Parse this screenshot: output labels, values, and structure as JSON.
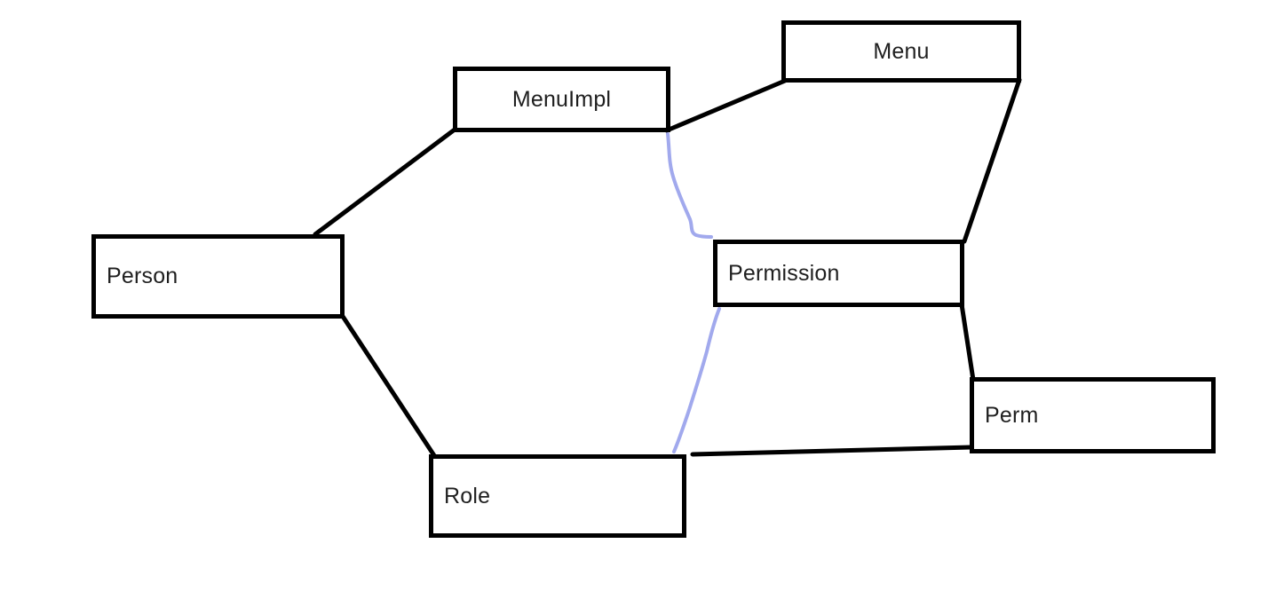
{
  "diagram": {
    "background_color": "#ffffff",
    "nodes": {
      "person": {
        "label": "Person"
      },
      "menuimpl": {
        "label": "MenuImpl"
      },
      "menu": {
        "label": "Menu"
      },
      "permission": {
        "label": "Permission"
      },
      "perm": {
        "label": "Perm"
      },
      "role": {
        "label": "Role"
      }
    },
    "edges": [
      {
        "from": "Person",
        "to": "MenuImpl",
        "style": "solid",
        "color": "#000000"
      },
      {
        "from": "Person",
        "to": "Role",
        "style": "solid",
        "color": "#000000"
      },
      {
        "from": "MenuImpl",
        "to": "Menu",
        "style": "solid",
        "color": "#000000"
      },
      {
        "from": "Menu",
        "to": "Permission",
        "style": "solid",
        "color": "#000000"
      },
      {
        "from": "Permission",
        "to": "Perm",
        "style": "solid",
        "color": "#000000"
      },
      {
        "from": "Role",
        "to": "Perm",
        "style": "solid",
        "color": "#000000"
      },
      {
        "from": "MenuImpl",
        "to": "Permission",
        "style": "hand-drawn",
        "color": "#8a93e8"
      },
      {
        "from": "Permission",
        "to": "Role",
        "style": "hand-drawn",
        "color": "#8a93e8"
      }
    ],
    "colors": {
      "box_border": "#000000",
      "text": "#1f1f1f",
      "solid_edge": "#000000",
      "hand_drawn_edge": "#8a93e8"
    }
  }
}
